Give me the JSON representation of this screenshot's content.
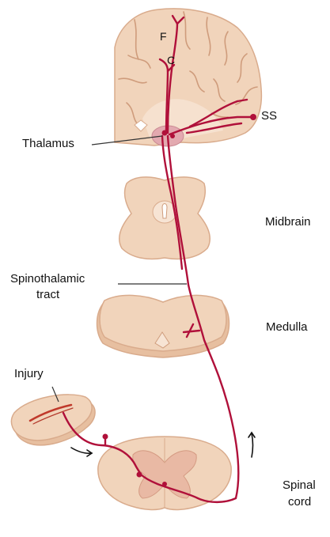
{
  "labels": {
    "F": "F",
    "C": "C",
    "SS": "SS",
    "thalamus": "Thalamus",
    "midbrain": "Midbrain",
    "spinothalamic_line1": "Spinothalamic",
    "spinothalamic_line2": "tract",
    "medulla": "Medulla",
    "injury": "Injury",
    "spinal_line1": "Spinal",
    "spinal_line2": "cord"
  },
  "colors": {
    "tissue": "#f1d4bb",
    "tissue_stroke": "#d9ab8c",
    "tissue_shadow": "#e7bfa0",
    "pathway": "#b0103a",
    "skin_wound": "#c0392b",
    "label_line": "#333333"
  }
}
